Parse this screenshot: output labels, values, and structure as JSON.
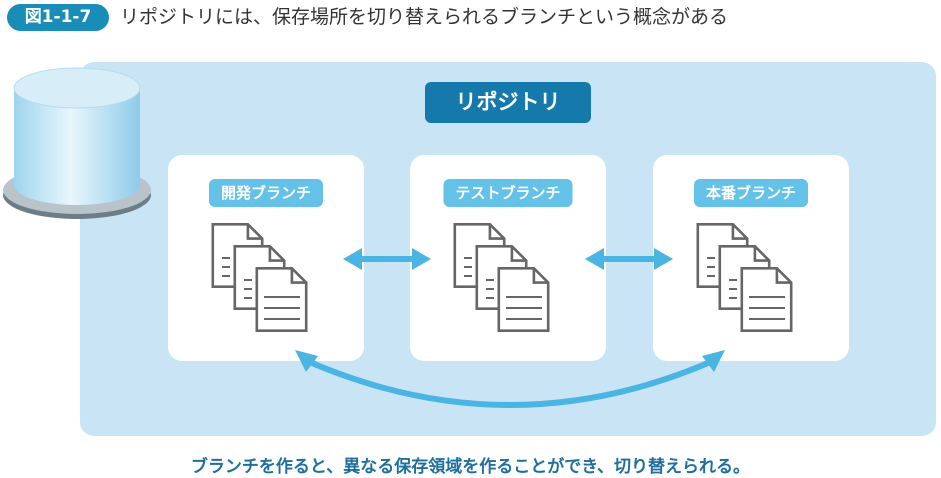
{
  "header": {
    "figure_label": "図1-1-7",
    "title": "リポジトリには、保存場所を切り替えられるブランチという概念がある"
  },
  "diagram": {
    "repository_label": "リポジトリ",
    "branches": [
      {
        "label": "開発ブランチ"
      },
      {
        "label": "テストブランチ"
      },
      {
        "label": "本番ブランチ"
      }
    ],
    "caption": "ブランチを作ると、異なる保存領域を作ることができ、切り替えられる。"
  },
  "colors": {
    "accent": "#1a8cb8",
    "panel": "#c9e5f5",
    "arrow": "#4ab5e3",
    "label": "#64c1e8"
  }
}
